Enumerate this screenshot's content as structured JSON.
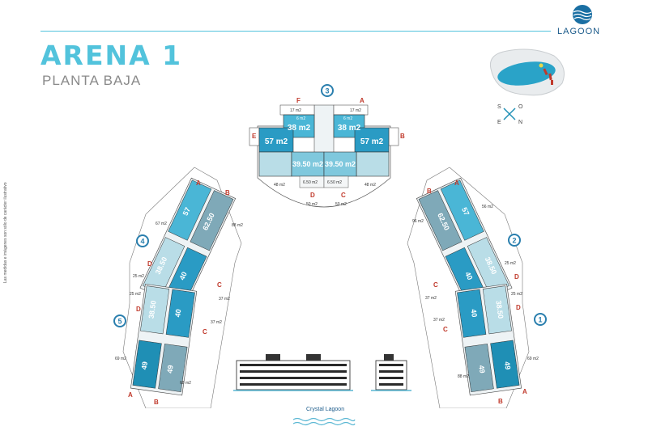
{
  "header": {
    "title": "ARENA 1",
    "subtitle": "PLANTA BAJA",
    "logo": "LAGOON"
  },
  "side_note": "Las medidas e imágenes son sólo de carácter ilustrativo",
  "footer": {
    "label": "Crystal Lagoon"
  },
  "compass": {
    "labels": [
      "S",
      "O",
      "E",
      "N"
    ]
  },
  "buildings": [
    {
      "number": "3",
      "letters": [
        "F",
        "A",
        "E",
        "B",
        "D",
        "C"
      ],
      "units": [
        "38 m2",
        "38 m2",
        "57 m2",
        "57 m2",
        "39.50 m2",
        "39.50 m2"
      ],
      "small_areas": [
        "17 m2",
        "17 m2",
        "6 m2",
        "6 m2",
        "48 m2",
        "48 m2",
        "50 m2",
        "50 m2",
        "6.50 m2",
        "6.50 m2"
      ]
    },
    {
      "number": "4",
      "letters": [
        "A",
        "B",
        "D",
        "C"
      ],
      "units": [
        "57",
        "62.50",
        "38.50",
        "40"
      ],
      "small_areas": [
        "67 m2",
        "88 m2",
        "25 m2",
        "37 m2"
      ]
    },
    {
      "number": "5",
      "letters": [
        "D",
        "C",
        "A",
        "B"
      ],
      "units": [
        "38.50",
        "40",
        "49",
        "49"
      ],
      "small_areas": [
        "25 m2",
        "37 m2",
        "69 m2",
        "68 m2"
      ]
    },
    {
      "number": "2",
      "letters": [
        "B",
        "A",
        "C",
        "D"
      ],
      "units": [
        "62.50",
        "57",
        "40",
        "38.50"
      ],
      "small_areas": [
        "96 m2",
        "56 m2",
        "25 m2",
        "37 m2"
      ]
    },
    {
      "number": "1",
      "letters": [
        "C",
        "D",
        "B",
        "A"
      ],
      "units": [
        "40",
        "38.50",
        "49",
        "49"
      ],
      "small_areas": [
        "37 m2",
        "25 m2",
        "88 m2",
        "69 m2"
      ]
    }
  ],
  "colors": {
    "accent": "#52c3dc",
    "unit_dark": "#1f8fb5",
    "unit_mid": "#7fc8dd",
    "unit_light": "#b9dde7",
    "badge": "#2a7fae",
    "letter": "#c0392b",
    "line": "#333333"
  }
}
